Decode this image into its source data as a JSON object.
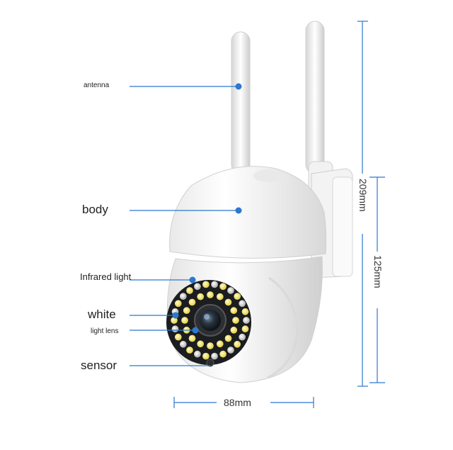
{
  "labels": {
    "antenna": "antenna",
    "body": "body",
    "infrared_light": "Infrared light",
    "white": "white",
    "light_lens": "light lens",
    "sensor": "sensor"
  },
  "dimensions": {
    "total_height": "209mm",
    "body_height": "125mm",
    "width": "88mm"
  },
  "colors": {
    "leader_line": "#2b78d0",
    "dimension_line": "#2b78d0",
    "led_infrared": "#c8c8c8",
    "led_white": "#e8d84a"
  }
}
